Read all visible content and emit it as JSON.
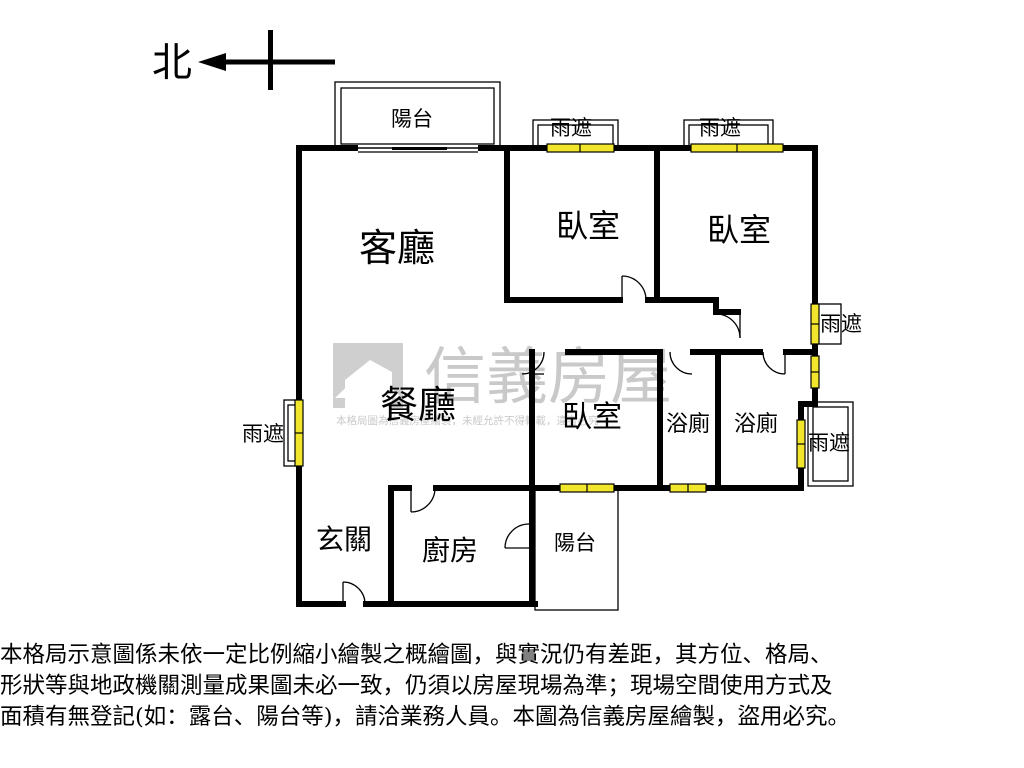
{
  "compass": {
    "north_label": "北"
  },
  "rooms": {
    "living_room": "客廳",
    "dining_room": "餐廳",
    "bedroom_1": "臥室",
    "bedroom_2": "臥室",
    "bedroom_3": "臥室",
    "bathroom_1": "浴廁",
    "bathroom_2": "浴廁",
    "entrance": "玄關",
    "kitchen": "廚房",
    "balcony_top": "陽台",
    "balcony_kitchen": "陽台"
  },
  "awnings": {
    "top_1": "雨遮",
    "top_2": "雨遮",
    "right_1": "雨遮",
    "right_2": "雨遮",
    "left_1": "雨遮"
  },
  "watermark": {
    "brand": "信義房屋",
    "fine_print": "本格局圖為信義房屋繪製，未經允許不得轉載，違者必究"
  },
  "disclaimer": "本格局示意圖係未依一定比例縮小繪製之概繪圖，與實況仍有差距，其方位、格局、\n形狀等與地政機關測量成果圖未必一致，仍須以房屋現場為準；現場空間使用方式及\n面積有無登記(如：露台、陽台等)，請洽業務人員。本圖為信義房屋繪製，盜用必究。",
  "colors": {
    "wall": "#000000",
    "window": "#f2e62c",
    "watermark": "#c9c9c9"
  }
}
